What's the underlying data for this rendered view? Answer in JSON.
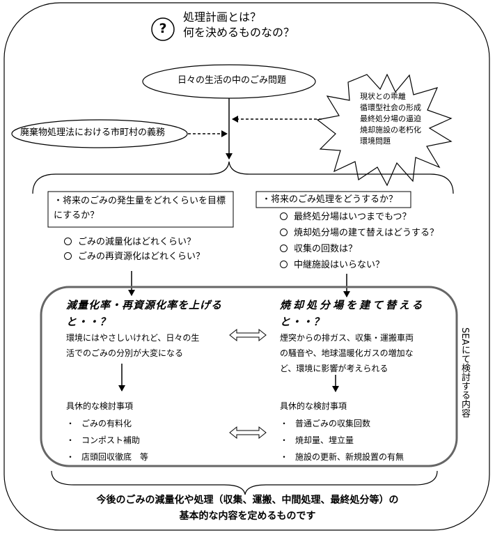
{
  "title": {
    "line1": "処理計画とは？",
    "line2": "何を決めるものなの？",
    "badge": "?"
  },
  "issue_ellipse": "日々の生活の中のごみ問題",
  "law_ellipse": "廃棄物処理法における市町村の義務",
  "burst_items": [
    "現状との乖離",
    "循環型社会の形成",
    "最終処分場の逼迫",
    "焼却施設の老朽化",
    "環境問題"
  ],
  "left_box": {
    "line1": "・将来のごみの発生量をどれくらいを目標",
    "line2": "にするか？"
  },
  "left_bullets": [
    "ごみの減量化はどれくらい？",
    "ごみの再資源化はどれくらい？"
  ],
  "right_box": {
    "text": "・将来のごみ処理をどうするか？"
  },
  "right_bullets": [
    "最終処分場はいつまでもつ？",
    "焼却処分場の建て替えはどうする？",
    "収集の回数は？",
    "中継施設はいらない？"
  ],
  "panel_left": {
    "heading1": "減量化率・再資源化率を上げる",
    "heading2": "と・・？",
    "body1": "環境にはやさしいけれど、日々の生",
    "body2": "活でのごみの分別が大変になる",
    "items_title": "具休的な検討事項",
    "items": [
      "ごみの有料化",
      "コンポスト補助",
      "店頭回収徹底　等"
    ]
  },
  "panel_right": {
    "heading1": "焼却処分場を建て替える",
    "heading2": "と・・？",
    "body1": "煙突からの排ガス、収集・運搬車両",
    "body2": "の騒音や、地球温暖化ガスの増加な",
    "body3": "ど、環境に影響が考えられる",
    "items_title": "具休的な検討事項",
    "items": [
      "普通ごみの収集回数",
      "焼却量、埋立量",
      "施設の更新、新規設置の有無"
    ]
  },
  "side_label": "SEAにて検討する内容",
  "bullet_marker": "・",
  "bottom": {
    "line1": "今後のごみの減量化や処理（収集、運搬、中間処理、最終処分等）の",
    "line2": "基本的な内容を定めるものです"
  }
}
